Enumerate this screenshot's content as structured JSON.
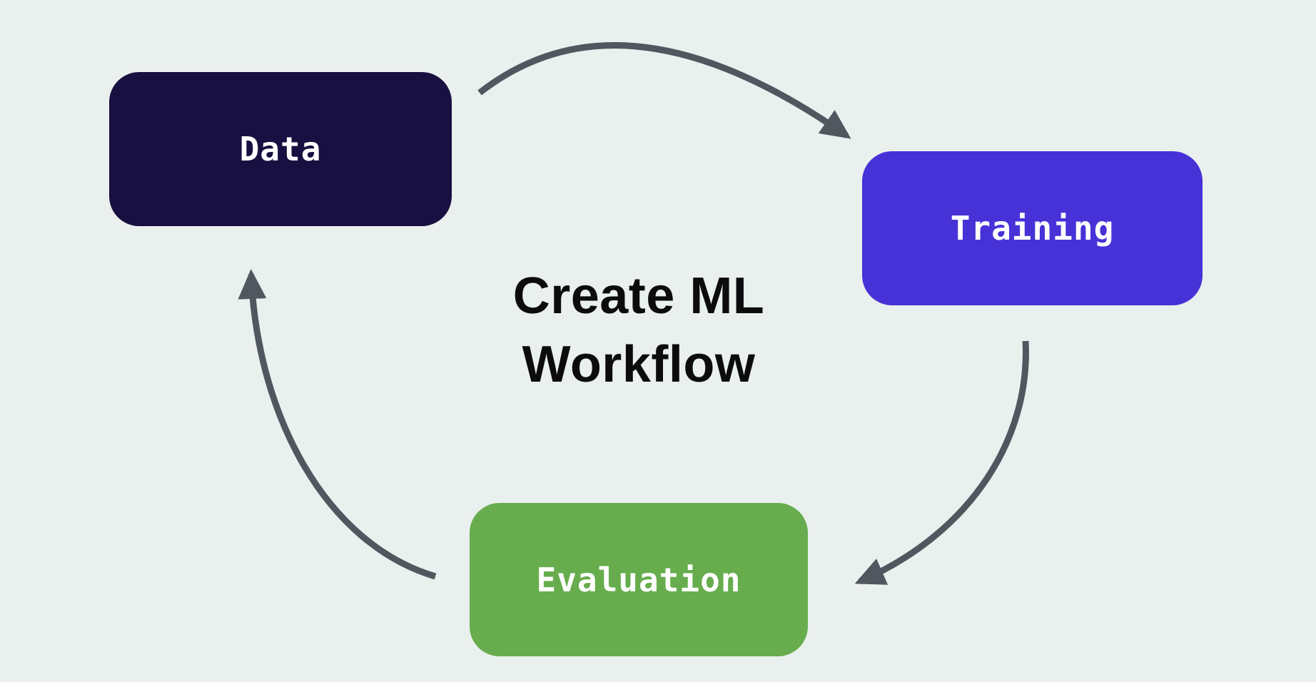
{
  "canvas": {
    "background": "#eaf0ee"
  },
  "title": {
    "line1": "Create ML",
    "line2": "Workflow",
    "color": "#0c0c0e"
  },
  "nodes": [
    {
      "id": "data",
      "label": "Data",
      "color": "#181040",
      "text_color": "#ffffff"
    },
    {
      "id": "training",
      "label": "Training",
      "color": "#4732d8",
      "text_color": "#ffffff"
    },
    {
      "id": "evaluation",
      "label": "Evaluation",
      "color": "#67ad4e",
      "text_color": "#ffffff"
    }
  ],
  "arrows": {
    "color": "#51575e",
    "items": [
      {
        "name": "data-to-training",
        "from": "Data",
        "to": "Training"
      },
      {
        "name": "training-to-evaluation",
        "from": "Training",
        "to": "Evaluation"
      },
      {
        "name": "evaluation-to-data",
        "from": "Evaluation",
        "to": "Data"
      }
    ]
  }
}
